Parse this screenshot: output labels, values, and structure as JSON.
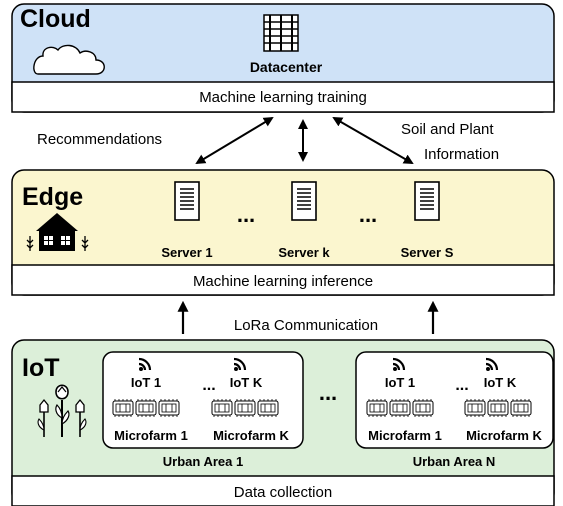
{
  "cloud": {
    "title": "Cloud",
    "datacenter_label": "Datacenter",
    "bar_label": "Machine learning training"
  },
  "edge": {
    "title": "Edge",
    "servers": [
      "Server 1",
      "Server k",
      "Server S"
    ],
    "ellipsis": "...",
    "bar_label": "Machine learning inference"
  },
  "links": {
    "recommendations": "Recommendations",
    "soil_plant_line1": "Soil and Plant",
    "soil_plant_line2": "Information",
    "lora": "LoRa Communication"
  },
  "iot": {
    "title": "IoT",
    "areas": [
      {
        "name": "Urban Area 1",
        "devices": [
          "IoT 1",
          "IoT K"
        ],
        "microfarms": [
          "Microfarm 1",
          "Microfarm K"
        ]
      },
      {
        "name": "Urban Area N",
        "devices": [
          "IoT 1",
          "IoT K"
        ],
        "microfarms": [
          "Microfarm 1",
          "Microfarm K"
        ]
      }
    ],
    "ellipsis": "...",
    "bar_label": "Data collection"
  },
  "colors": {
    "cloud_bg": "#cfe2f7",
    "edge_bg": "#fbf6cf",
    "iot_bg": "#dcefd9",
    "stroke": "#000000"
  }
}
